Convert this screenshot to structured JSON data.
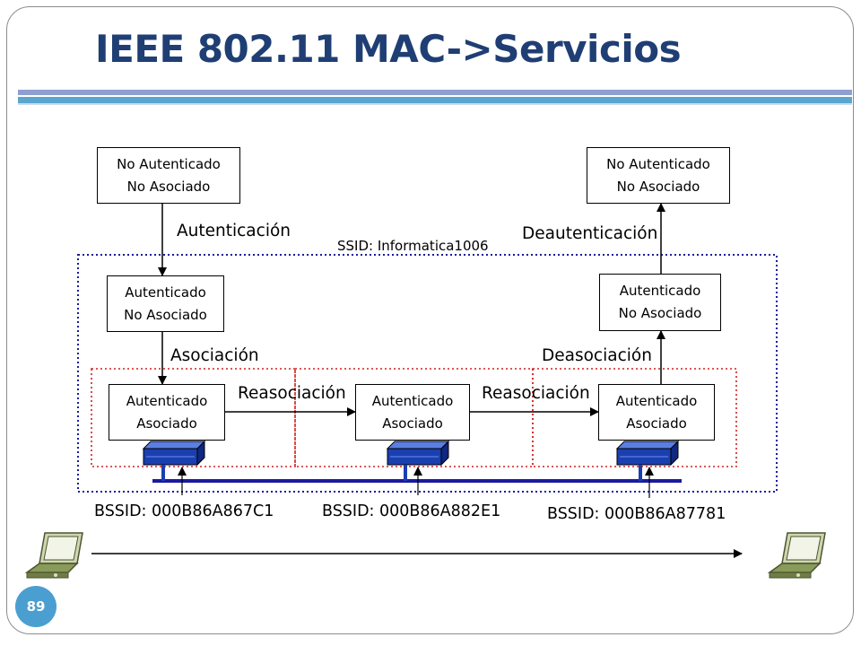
{
  "slide": {
    "title": "IEEE 802.11 MAC->Servicios",
    "page_number": "89"
  },
  "ssid_label": "SSID: Informatica1006",
  "states": {
    "left_top": {
      "line1": "No Autenticado",
      "line2": "No Asociado"
    },
    "left_mid": {
      "line1": "Autenticado",
      "line2": "No Asociado"
    },
    "ap1": {
      "line1": "Autenticado",
      "line2": "Asociado"
    },
    "ap2": {
      "line1": "Autenticado",
      "line2": "Asociado"
    },
    "ap3": {
      "line1": "Autenticado",
      "line2": "Asociado"
    },
    "right_mid": {
      "line1": "Autenticado",
      "line2": "No Asociado"
    },
    "right_top": {
      "line1": "No Autenticado",
      "line2": "No Asociado"
    }
  },
  "transitions": {
    "autenticacion": "Autenticación",
    "asociacion": "Asociación",
    "reasociacion_1": "Reasociación",
    "reasociacion_2": "Reasociación",
    "deasociacion": "Deasociación",
    "deautenticacion": "Deautenticación"
  },
  "bssids": [
    "BSSID: 000B86A867C1",
    "BSSID: 000B86A882E1",
    "BSSID: 000B86A87781"
  ],
  "colors": {
    "title": "#1f3e74",
    "ssid_border": "#1a1aa0",
    "bss_border": "#d02020",
    "access_point": "#1a3fb0",
    "bus": "#1a1aa0",
    "laptop": "#8a9a5a",
    "badge": "#4b9fd0"
  },
  "icons": [
    "access-point-icon",
    "laptop-icon"
  ]
}
